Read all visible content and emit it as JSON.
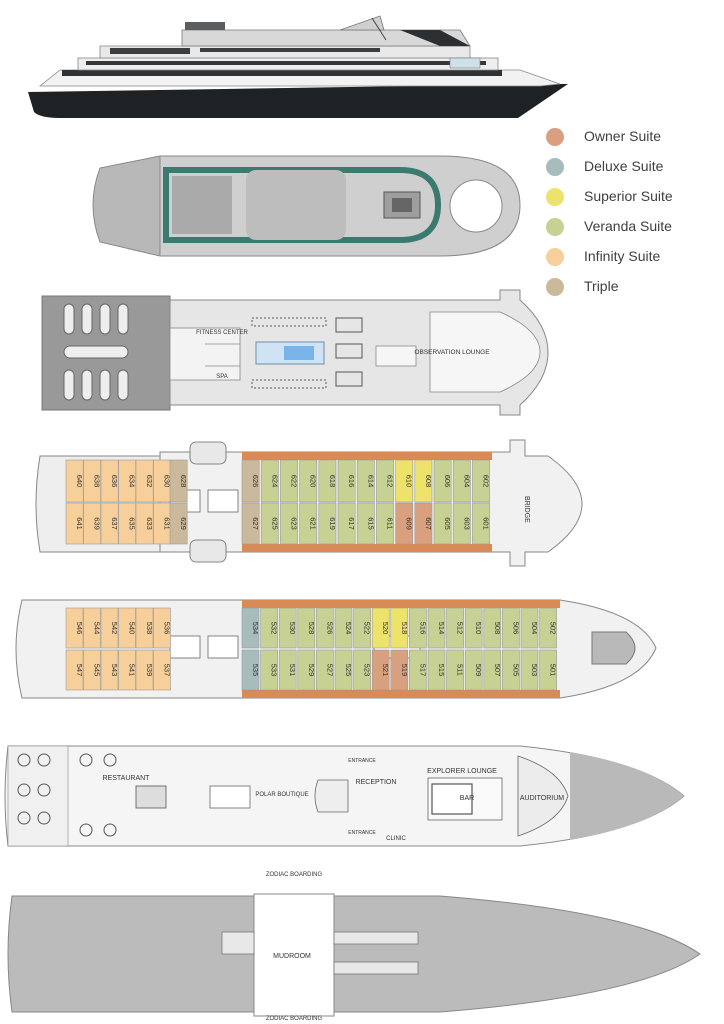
{
  "legend": [
    {
      "label": "Owner Suite",
      "color": "#d9a07f"
    },
    {
      "label": "Deluxe Suite",
      "color": "#a7bcbc"
    },
    {
      "label": "Superior Suite",
      "color": "#ede36a"
    },
    {
      "label": "Veranda Suite",
      "color": "#c7d193"
    },
    {
      "label": "Infinity Suite",
      "color": "#f6cf9a"
    },
    {
      "label": "Triple",
      "color": "#cbb99b"
    }
  ],
  "deck6": {
    "labels": {
      "fitness": "FITNESS CENTER",
      "spa": "SPA",
      "observation": "OBSERVATION LOUNGE"
    }
  },
  "deck5": {
    "bridge": "BRIDGE",
    "top": [
      {
        "n": "640",
        "t": "infinity"
      },
      {
        "n": "638",
        "t": "infinity"
      },
      {
        "n": "636",
        "t": "infinity"
      },
      {
        "n": "634",
        "t": "infinity"
      },
      {
        "n": "632",
        "t": "infinity"
      },
      {
        "n": "630",
        "t": "infinity"
      },
      {
        "n": "628",
        "t": "triple"
      },
      {
        "n": "626",
        "t": "triple"
      },
      {
        "n": "624",
        "t": "veranda"
      },
      {
        "n": "622",
        "t": "veranda"
      },
      {
        "n": "620",
        "t": "veranda"
      },
      {
        "n": "618",
        "t": "veranda"
      },
      {
        "n": "616",
        "t": "veranda"
      },
      {
        "n": "614",
        "t": "veranda"
      },
      {
        "n": "612",
        "t": "veranda"
      },
      {
        "n": "610",
        "t": "superior"
      },
      {
        "n": "608",
        "t": "superior"
      },
      {
        "n": "606",
        "t": "veranda"
      },
      {
        "n": "604",
        "t": "veranda"
      },
      {
        "n": "602",
        "t": "veranda"
      }
    ],
    "bottom": [
      {
        "n": "641",
        "t": "infinity"
      },
      {
        "n": "639",
        "t": "infinity"
      },
      {
        "n": "637",
        "t": "infinity"
      },
      {
        "n": "635",
        "t": "infinity"
      },
      {
        "n": "633",
        "t": "infinity"
      },
      {
        "n": "631",
        "t": "infinity"
      },
      {
        "n": "629",
        "t": "triple"
      },
      {
        "n": "627",
        "t": "triple"
      },
      {
        "n": "625",
        "t": "veranda"
      },
      {
        "n": "623",
        "t": "veranda"
      },
      {
        "n": "621",
        "t": "veranda"
      },
      {
        "n": "619",
        "t": "veranda"
      },
      {
        "n": "617",
        "t": "veranda"
      },
      {
        "n": "615",
        "t": "veranda"
      },
      {
        "n": "611",
        "t": "veranda"
      },
      {
        "n": "609",
        "t": "owner"
      },
      {
        "n": "607",
        "t": "owner"
      },
      {
        "n": "605",
        "t": "veranda"
      },
      {
        "n": "603",
        "t": "veranda"
      },
      {
        "n": "601",
        "t": "veranda"
      }
    ]
  },
  "deck4": {
    "top": [
      {
        "n": "546",
        "t": "infinity"
      },
      {
        "n": "544",
        "t": "infinity"
      },
      {
        "n": "542",
        "t": "infinity"
      },
      {
        "n": "540",
        "t": "infinity"
      },
      {
        "n": "538",
        "t": "infinity"
      },
      {
        "n": "536",
        "t": "infinity"
      },
      {
        "n": "534",
        "t": "deluxe"
      },
      {
        "n": "532",
        "t": "veranda"
      },
      {
        "n": "530",
        "t": "veranda"
      },
      {
        "n": "528",
        "t": "veranda"
      },
      {
        "n": "526",
        "t": "veranda"
      },
      {
        "n": "524",
        "t": "veranda"
      },
      {
        "n": "522",
        "t": "veranda"
      },
      {
        "n": "520",
        "t": "superior"
      },
      {
        "n": "518",
        "t": "superior"
      },
      {
        "n": "516",
        "t": "veranda"
      },
      {
        "n": "514",
        "t": "veranda"
      },
      {
        "n": "512",
        "t": "veranda"
      },
      {
        "n": "510",
        "t": "veranda"
      },
      {
        "n": "508",
        "t": "veranda"
      },
      {
        "n": "506",
        "t": "veranda"
      },
      {
        "n": "504",
        "t": "veranda"
      },
      {
        "n": "502",
        "t": "veranda"
      }
    ],
    "bottom": [
      {
        "n": "547",
        "t": "infinity"
      },
      {
        "n": "545",
        "t": "infinity"
      },
      {
        "n": "543",
        "t": "infinity"
      },
      {
        "n": "541",
        "t": "infinity"
      },
      {
        "n": "539",
        "t": "infinity"
      },
      {
        "n": "537",
        "t": "infinity"
      },
      {
        "n": "535",
        "t": "deluxe"
      },
      {
        "n": "533",
        "t": "veranda"
      },
      {
        "n": "531",
        "t": "veranda"
      },
      {
        "n": "529",
        "t": "veranda"
      },
      {
        "n": "527",
        "t": "veranda"
      },
      {
        "n": "525",
        "t": "veranda"
      },
      {
        "n": "523",
        "t": "veranda"
      },
      {
        "n": "521",
        "t": "owner"
      },
      {
        "n": "519",
        "t": "owner"
      },
      {
        "n": "517",
        "t": "veranda"
      },
      {
        "n": "515",
        "t": "veranda"
      },
      {
        "n": "511",
        "t": "veranda"
      },
      {
        "n": "509",
        "t": "veranda"
      },
      {
        "n": "507",
        "t": "veranda"
      },
      {
        "n": "505",
        "t": "veranda"
      },
      {
        "n": "503",
        "t": "veranda"
      },
      {
        "n": "501",
        "t": "veranda"
      }
    ]
  },
  "deck3": {
    "labels": {
      "restaurant": "RESTAURANT",
      "polar": "POLAR BOUTIQUE",
      "reception": "RECEPTION",
      "explorer": "EXPLORER LOUNGE",
      "bar": "BAR",
      "auditorium": "AUDITORIUM",
      "entrance_top": "ENTRANCE",
      "entrance_bottom": "ENTRANCE",
      "clinic": "CLINIC"
    }
  },
  "deck2": {
    "labels": {
      "zodiac_top": "ZODIAC BOARDING",
      "mudroom": "MUDROOM",
      "zodiac_bottom": "ZODIAC BOARDING"
    }
  }
}
